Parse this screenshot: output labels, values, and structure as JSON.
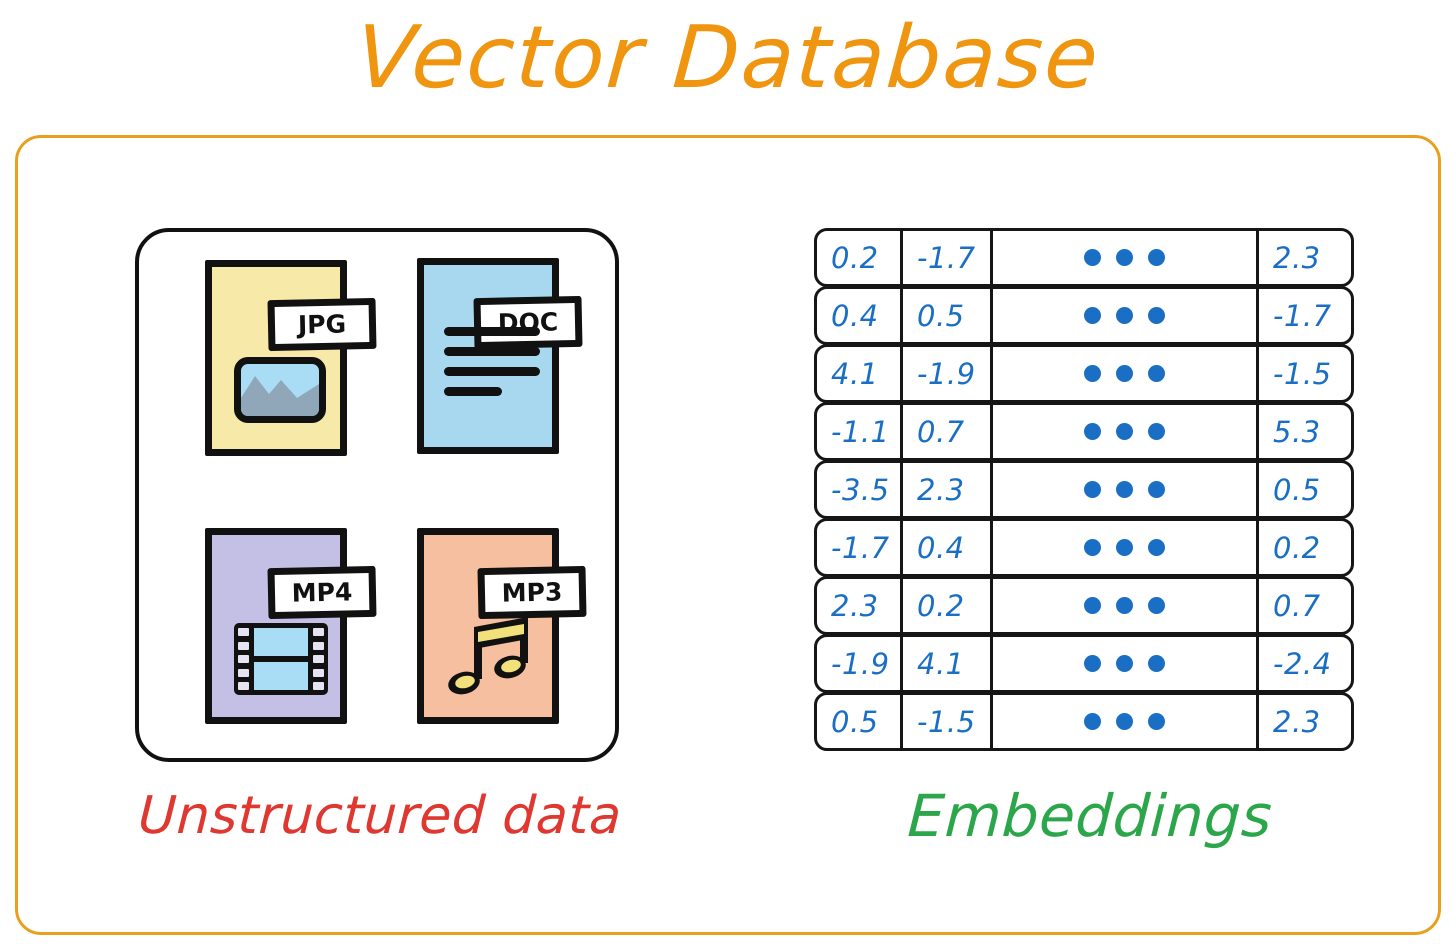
{
  "title": "Vector Database",
  "colors": {
    "title": "#ef9510",
    "frame": "#e8a020",
    "unstructured_label": "#de3830",
    "embeddings_label": "#2ca64a",
    "value_blue": "#1a6fc4",
    "ink": "#111111",
    "jpg_fill": "#f7e9a8",
    "doc_fill": "#a8d8f0",
    "mp4_fill": "#c4bfe4",
    "mp3_fill": "#f6bfa0"
  },
  "left_panel": {
    "label": "Unstructured data",
    "files": [
      {
        "type_label": "JPG",
        "icon": "image-file-icon",
        "glyph": "mountain-photo-icon"
      },
      {
        "type_label": "DOC",
        "icon": "document-file-icon",
        "glyph": "text-lines-icon"
      },
      {
        "type_label": "MP4",
        "icon": "video-file-icon",
        "glyph": "film-strip-icon"
      },
      {
        "type_label": "MP3",
        "icon": "audio-file-icon",
        "glyph": "music-note-icon"
      }
    ]
  },
  "right_panel": {
    "label": "Embeddings",
    "ellipsis": "•••",
    "table": {
      "columns": 4,
      "ellipsis_column_index": 2,
      "rows": [
        {
          "c0": "0.2",
          "c1": "-1.7",
          "c3": "2.3"
        },
        {
          "c0": "0.4",
          "c1": "0.5",
          "c3": "-1.7"
        },
        {
          "c0": "4.1",
          "c1": "-1.9",
          "c3": "-1.5"
        },
        {
          "c0": "-1.1",
          "c1": "0.7",
          "c3": "5.3"
        },
        {
          "c0": "-3.5",
          "c1": "2.3",
          "c3": "0.5"
        },
        {
          "c0": "-1.7",
          "c1": "0.4",
          "c3": "0.2"
        },
        {
          "c0": "2.3",
          "c1": "0.2",
          "c3": "0.7"
        },
        {
          "c0": "-1.9",
          "c1": "4.1",
          "c3": "-2.4"
        },
        {
          "c0": "0.5",
          "c1": "-1.5",
          "c3": "2.3"
        }
      ]
    }
  }
}
